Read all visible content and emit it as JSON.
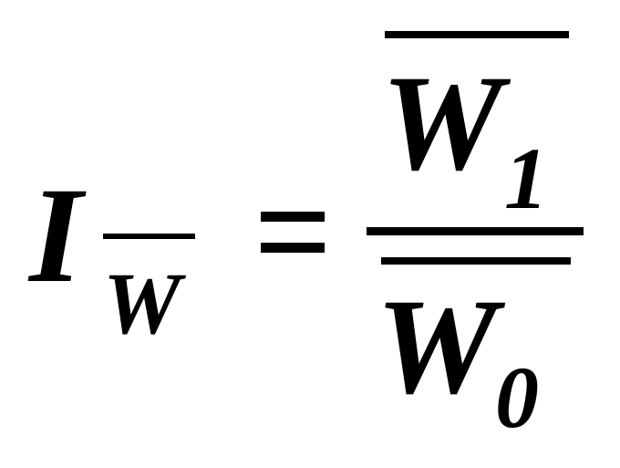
{
  "formula": {
    "lhs": {
      "symbol": "I",
      "subscript": "W"
    },
    "relation": "=",
    "numerator": {
      "symbol": "W",
      "subscript": "1"
    },
    "denominator": {
      "symbol": "W",
      "subscript": "0"
    }
  }
}
